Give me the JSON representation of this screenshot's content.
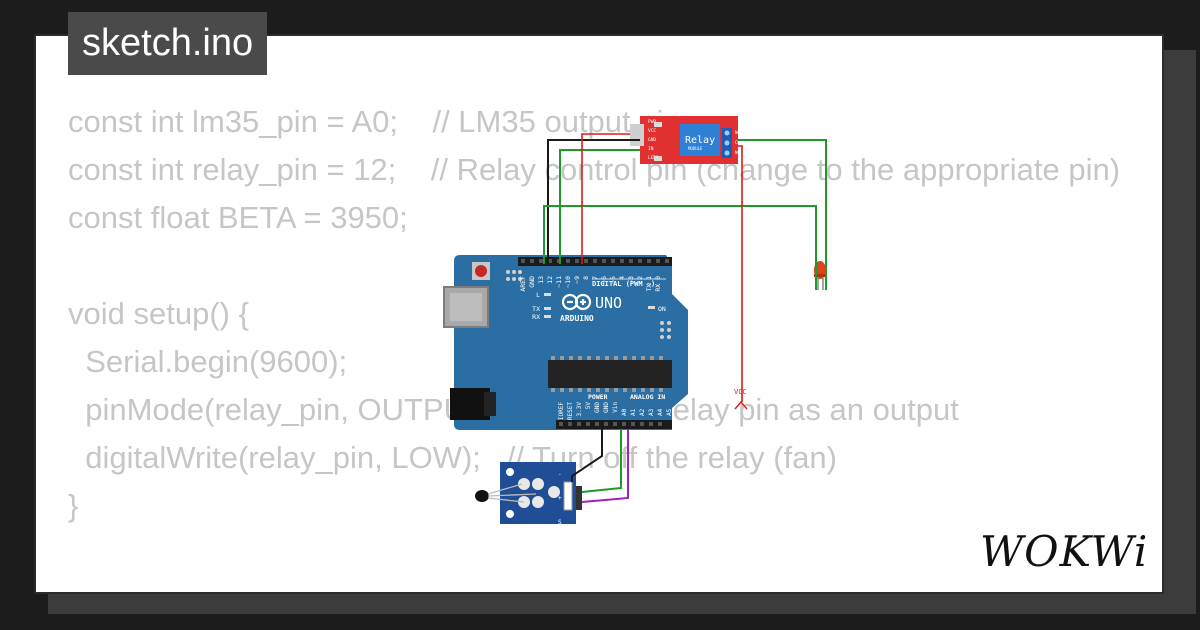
{
  "file_tab": {
    "label": "sketch.ino"
  },
  "code_lines": [
    "const int lm35_pin = A0;    // LM35 output pin",
    "const int relay_pin = 12;    // Relay control pin (change to the appropriate pin)",
    "const float BETA = 3950;",
    "",
    "void setup() {",
    "  Serial.begin(9600);",
    "  pinMode(relay_pin, OUTPUT);   // Set the relay pin as an output",
    "  digitalWrite(relay_pin, LOW);   // Turn off the relay (fan)",
    "}"
  ],
  "arduino": {
    "brand": "ARDUINO",
    "model": "UNO",
    "digital_label": "DIGITAL (PWM ~)",
    "power_label": "POWER",
    "analog_label": "ANALOG IN",
    "led_labels": [
      "L",
      "TX",
      "RX"
    ],
    "on_label": "ON",
    "top_pins": [
      "AREF",
      "GND",
      "13",
      "12",
      "~11",
      "~10",
      "~9",
      "8",
      "7",
      "~6",
      "~5",
      "4",
      "~3",
      "2",
      "TX 1",
      "RX 0"
    ],
    "power_pins": [
      "IOREF",
      "RESET",
      "3.3V",
      "5V",
      "GND",
      "GND",
      "Vin"
    ],
    "analog_pins": [
      "A0",
      "A1",
      "A2",
      "A3",
      "A4",
      "A5"
    ]
  },
  "relay": {
    "title": "Relay",
    "subtitle": "MODULE",
    "left_pins": [
      "PWR",
      "VCC",
      "GND",
      "IN",
      "LED1"
    ],
    "right_pins": [
      "NO",
      "COM",
      "NC"
    ]
  },
  "power_symbol": {
    "label": "VCC"
  },
  "sensor": {
    "pins": [
      "-",
      "+",
      "S"
    ]
  },
  "logo": {
    "text": "WOKWi"
  },
  "colors": {
    "background": "#1c1c1c",
    "card": "#ffffff",
    "code_text": "#c6c6c6",
    "arduino_board": "#2a6ea4",
    "relay_board": "#e03030",
    "wire_black": "#1a1a1a",
    "wire_green": "#1f9a28",
    "wire_red": "#e01818",
    "wire_purple": "#a020c0",
    "led": "#e04020",
    "sensor_board": "#1f4e96"
  }
}
